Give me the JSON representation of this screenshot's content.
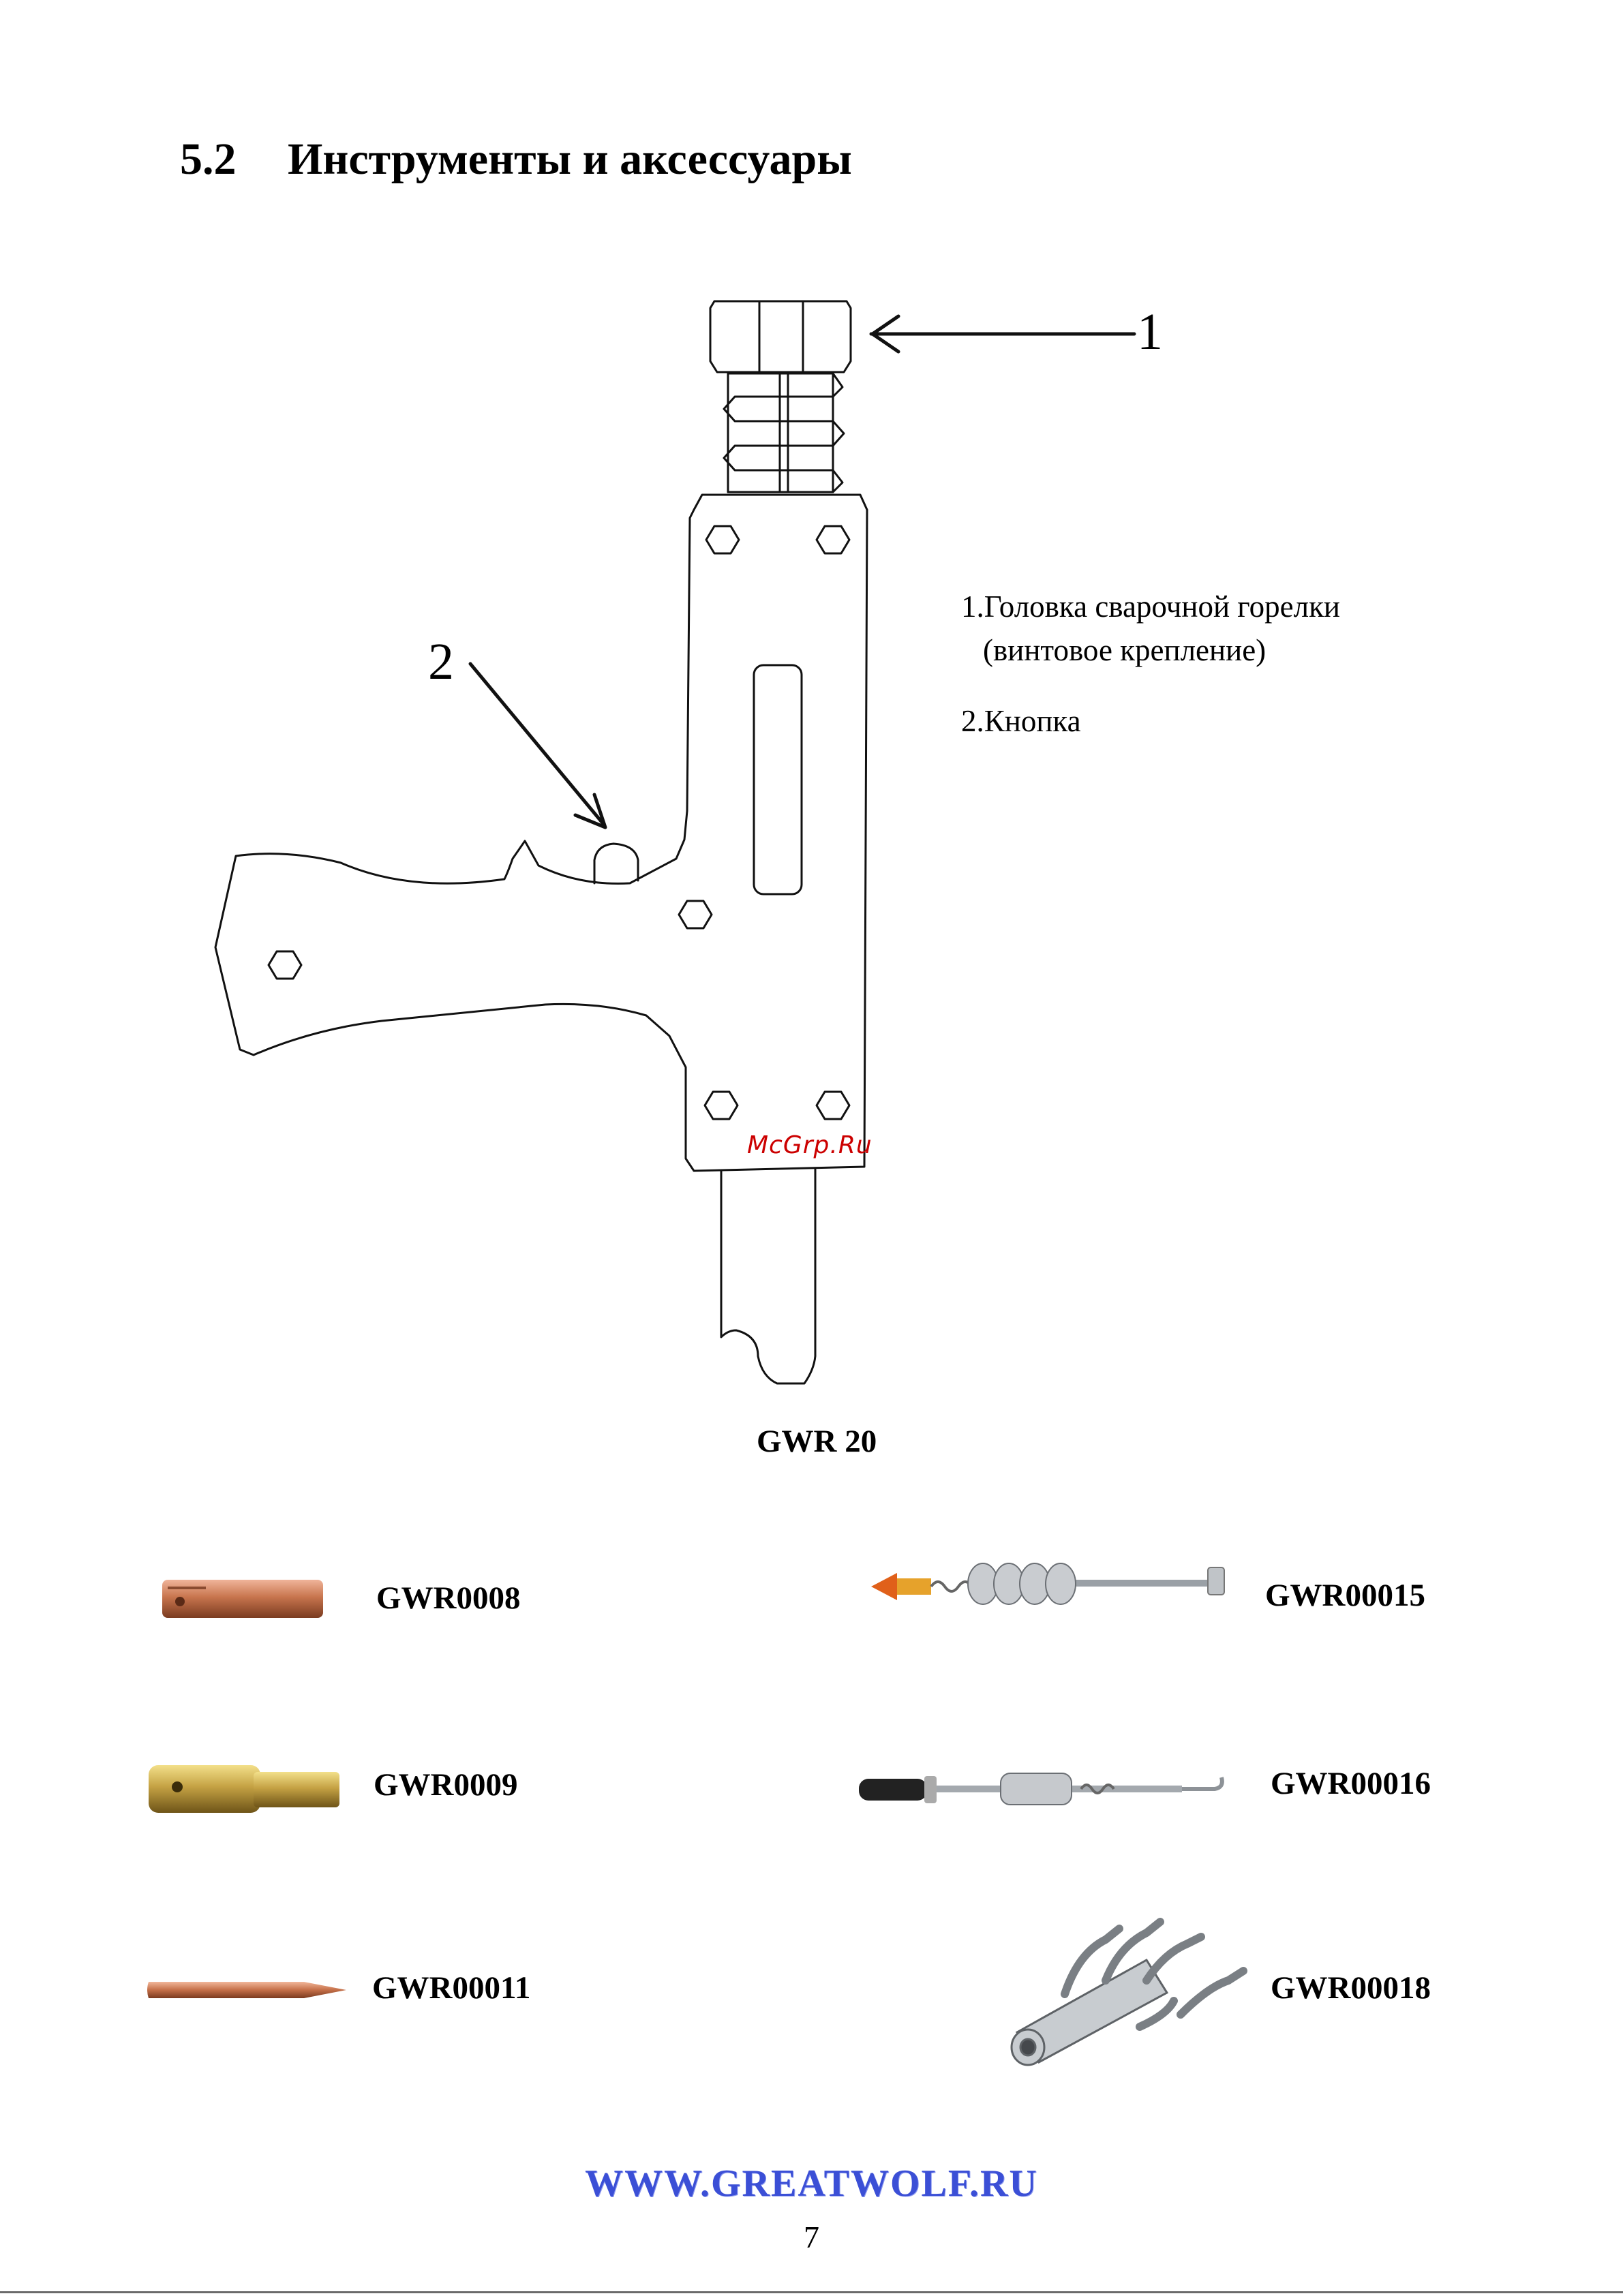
{
  "heading": {
    "number": "5.2",
    "title": "Инструменты и аксессуары"
  },
  "diagram": {
    "callout_1": "1",
    "callout_2": "2",
    "legend": {
      "item1_line1": "1.Головка сварочной горелки",
      "item1_line2": "(винтовое крепление)",
      "item2": "2.Кнопка"
    },
    "model": "GWR 20"
  },
  "watermark": "McGrp.Ru",
  "accessories": [
    {
      "code": "GWR0008",
      "icon": "copper-sleeve-icon"
    },
    {
      "code": "GWR00015",
      "icon": "slide-hammer-arrow-icon"
    },
    {
      "code": "GWR0009",
      "icon": "brass-sleeve-icon"
    },
    {
      "code": "GWR00016",
      "icon": "slide-hammer-hook-icon"
    },
    {
      "code": "GWR00011",
      "icon": "copper-tip-icon"
    },
    {
      "code": "GWR00018",
      "icon": "multi-hook-puller-icon"
    }
  ],
  "footer": {
    "url": "WWW.GREATWOLF.RU",
    "page": "7"
  },
  "colors": {
    "url": "#3b4fd6",
    "watermark": "#cc0000",
    "copper": "#c8754e",
    "brass": "#c5a244"
  }
}
